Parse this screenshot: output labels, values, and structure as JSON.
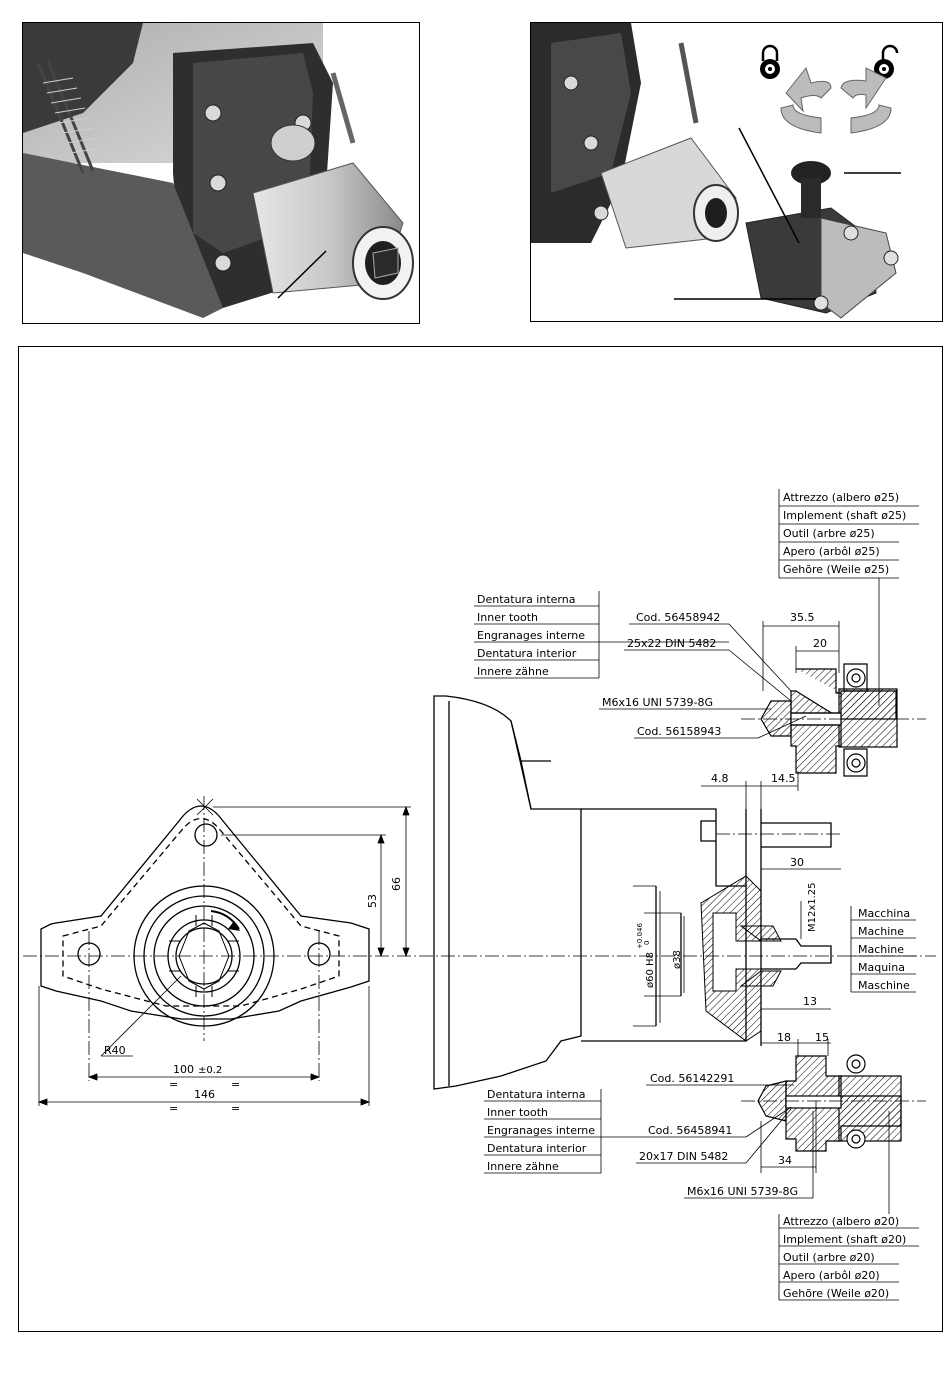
{
  "labels": {
    "implement_25": [
      "Attrezzo (albero ø25)",
      "Implement (shaft ø25)",
      "Outil (arbre ø25)",
      "Apero (arbôl ø25)",
      "Gehõre (Weile ø25)"
    ],
    "inner_tooth_top": [
      "Dentatura interna",
      "Inner tooth",
      "Engranages interne",
      "Dentatura interior",
      "Innere zähne"
    ],
    "inner_tooth_bottom": [
      "Dentatura interna",
      "Inner tooth",
      "Engranages interne",
      "Dentatura interior",
      "Innere zähne"
    ],
    "machine": [
      "Macchina",
      "Machine",
      "Machine",
      "Maquina",
      "Maschine"
    ],
    "implement_20": [
      "Attrezzo (albero ø20)",
      "Implement (shaft ø20)",
      "Outil (arbre ø20)",
      "Apero (arbôl ø20)",
      "Gehõre (Weile ø20)"
    ]
  },
  "codes": {
    "cod_top_1": "Cod. 56458942",
    "spline_top": "25x22 DIN 5482",
    "screw_top": "M6x16 UNI 5739-8G",
    "cod_top_2": "Cod. 56158943",
    "cod_bottom_1": "Cod. 56142291",
    "cod_bottom_2": "Cod. 56458941",
    "spline_bottom": "20x17 DIN 5482",
    "screw_bottom": "M6x16 UNI 5739-8G"
  },
  "dimensions": {
    "d_35_5": "35.5",
    "d_20": "20",
    "d_4_8": "4.8",
    "d_14_5": "14.5",
    "d_30": "30",
    "d_m12": "M12x1.25",
    "d_13": "13",
    "d_18": "18",
    "d_15": "15",
    "d_34": "34",
    "d_60": "ø60 H8",
    "d_60_tol_upper": "+0.046",
    "d_60_tol_lower": "0",
    "d_38": "ø38",
    "d_53": "53",
    "d_66": "66",
    "d_r40": "R40",
    "d_100": "100",
    "d_100_tol": "±0.2",
    "d_146": "146",
    "eq": "="
  }
}
